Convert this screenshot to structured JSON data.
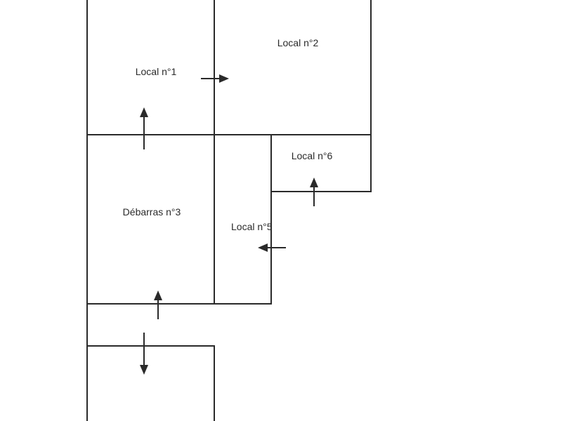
{
  "rooms": [
    {
      "id": "local-1",
      "label": "Local n°1"
    },
    {
      "id": "local-2",
      "label": "Local n°2"
    },
    {
      "id": "debarras-3",
      "label": "Débarras n°3"
    },
    {
      "id": "local-5",
      "label": "Local n°5"
    },
    {
      "id": "local-6",
      "label": "Local n°6"
    }
  ],
  "colors": {
    "wall": "#2a2a2a",
    "background": "#ffffff"
  }
}
